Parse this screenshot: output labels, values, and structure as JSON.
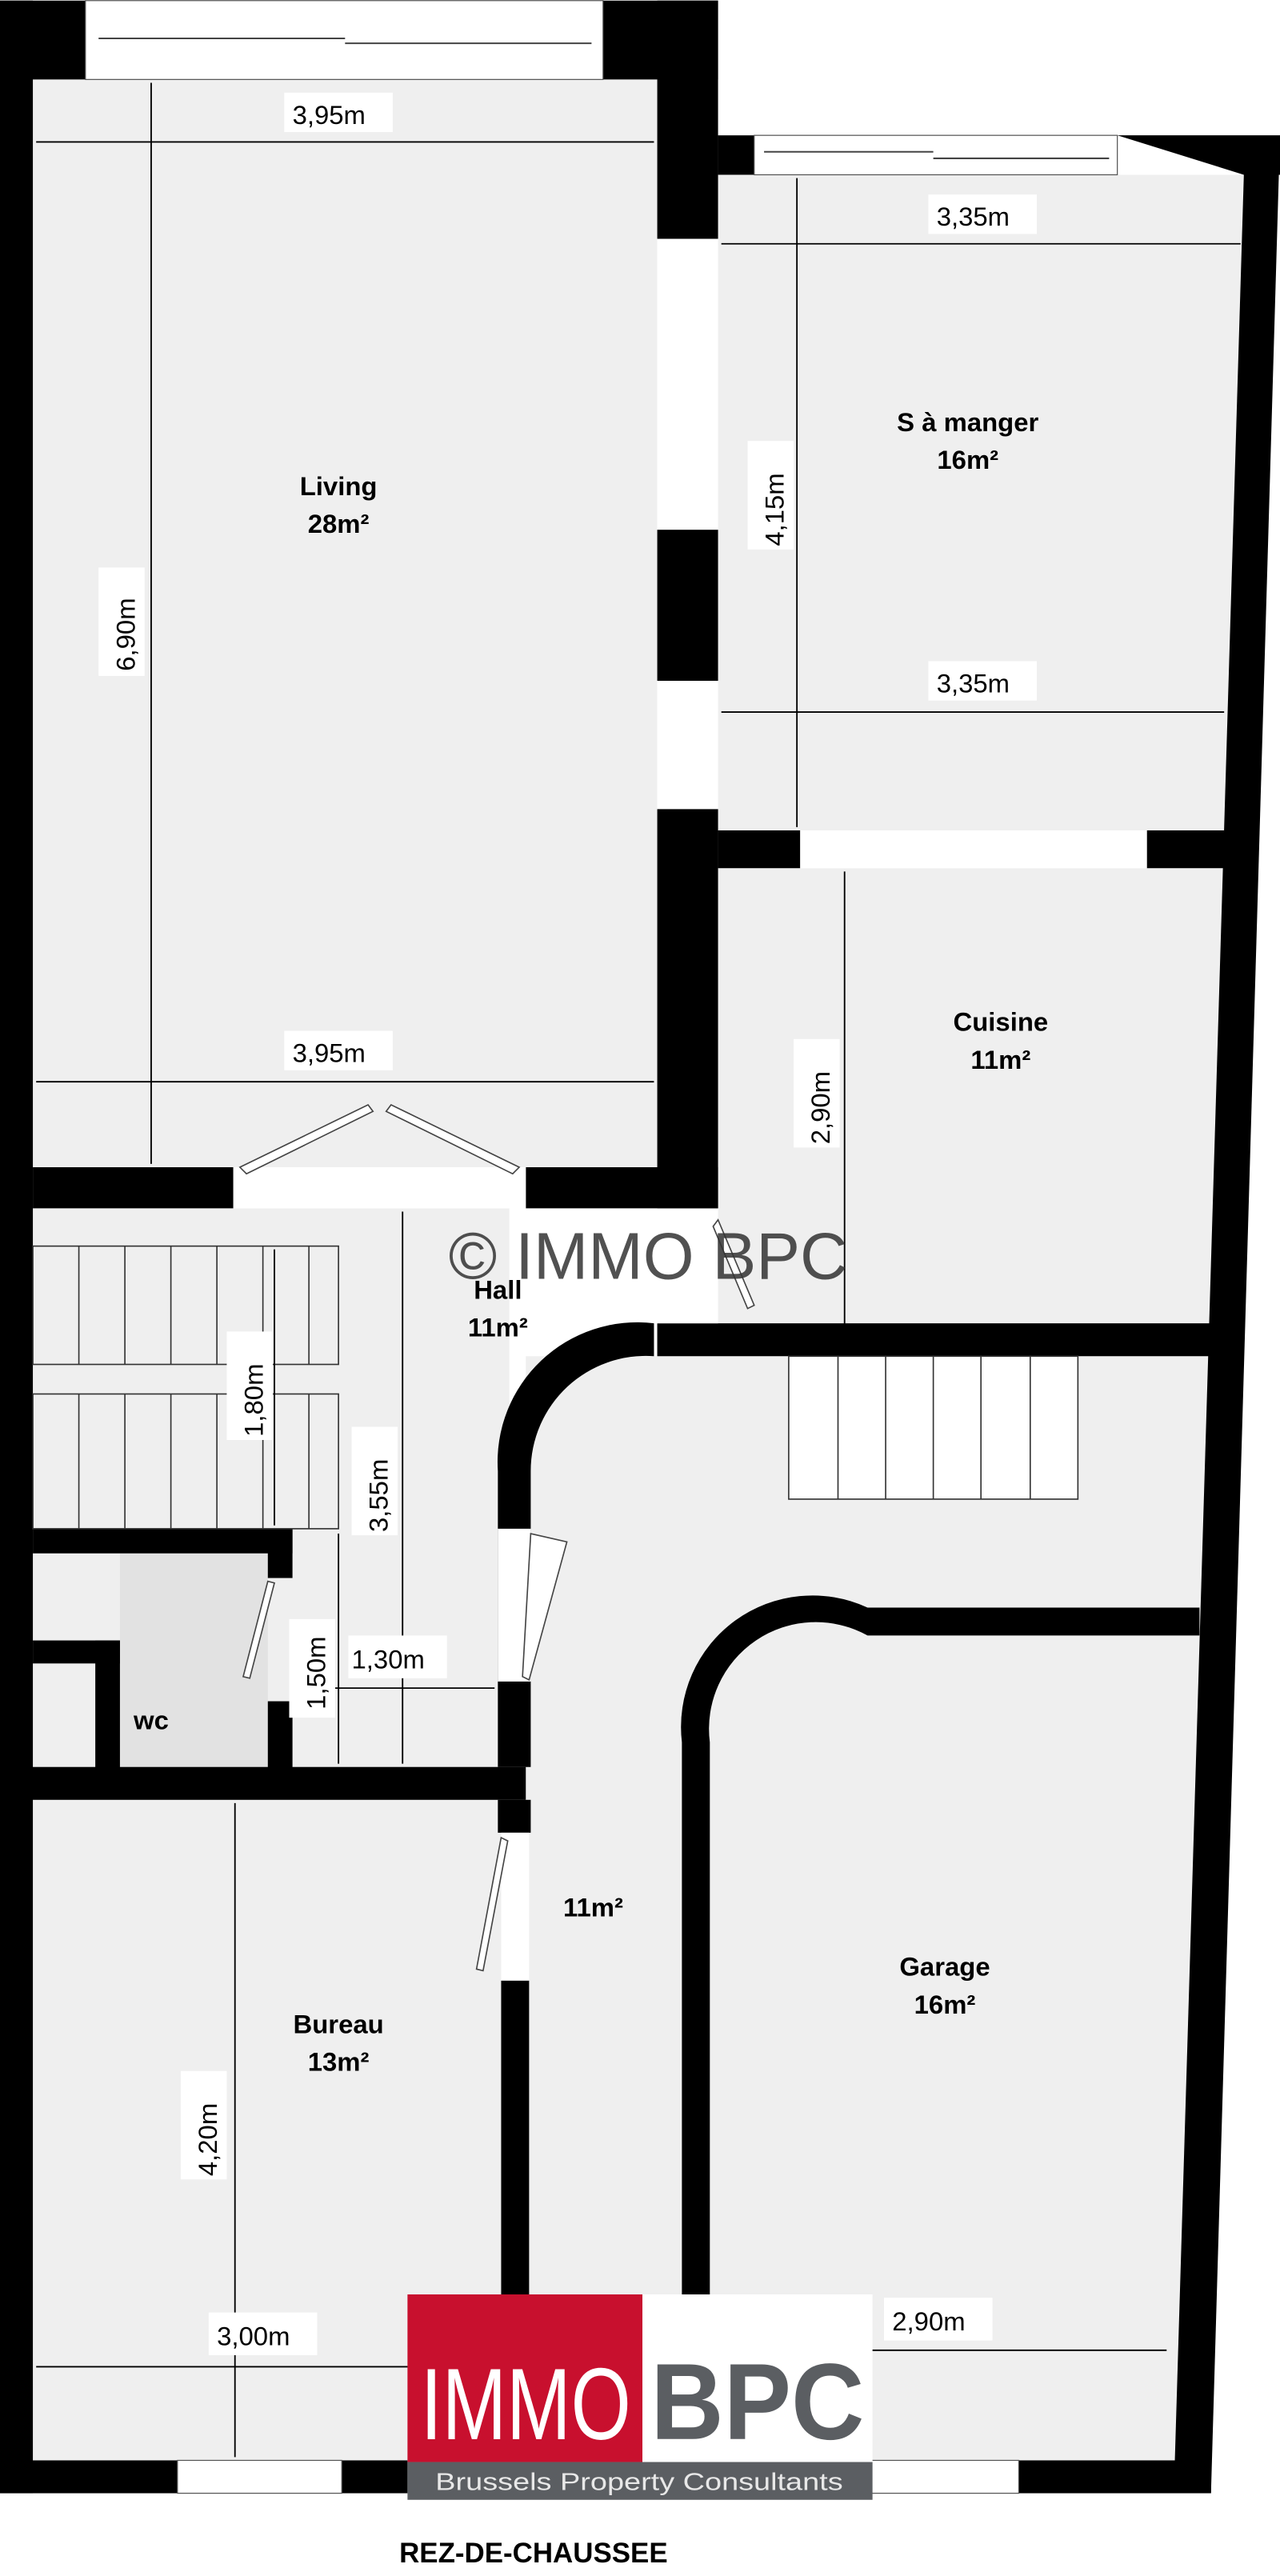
{
  "plan": {
    "floor_title": "REZ-DE-CHAUSSEE",
    "watermark": "© IMMO BPC",
    "colors": {
      "wall": "#000000",
      "floor": "#efefef",
      "logo_red": "#c8102e",
      "logo_gray": "#5b5e62"
    },
    "rooms": [
      {
        "name": "Living",
        "area": "28m²"
      },
      {
        "name": "S à manger",
        "area": "16m²"
      },
      {
        "name": "Cuisine",
        "area": "11m²"
      },
      {
        "name": "Hall",
        "area": "11m²"
      },
      {
        "name": "wc",
        "area": ""
      },
      {
        "name": "",
        "area": "11m²"
      },
      {
        "name": "Bureau",
        "area": "13m²"
      },
      {
        "name": "Garage",
        "area": "16m²"
      }
    ],
    "dimensions": {
      "living_width_top": "3,95m",
      "living_width_bottom": "3,95m",
      "living_length": "6,90m",
      "dining_width_top": "3,35m",
      "dining_width_bottom": "3,35m",
      "dining_length": "4,15m",
      "kitchen_length": "2,90m",
      "stair_length": "1,80m",
      "hall_length": "3,55m",
      "hall_small": "1,50m",
      "hall_width": "1,30m",
      "bureau_length": "4,20m",
      "bureau_width": "3,00m",
      "garage_width": "2,90m"
    }
  },
  "logo": {
    "left": "IMMO",
    "right": "BPC",
    "tagline": "Brussels Property Consultants"
  }
}
